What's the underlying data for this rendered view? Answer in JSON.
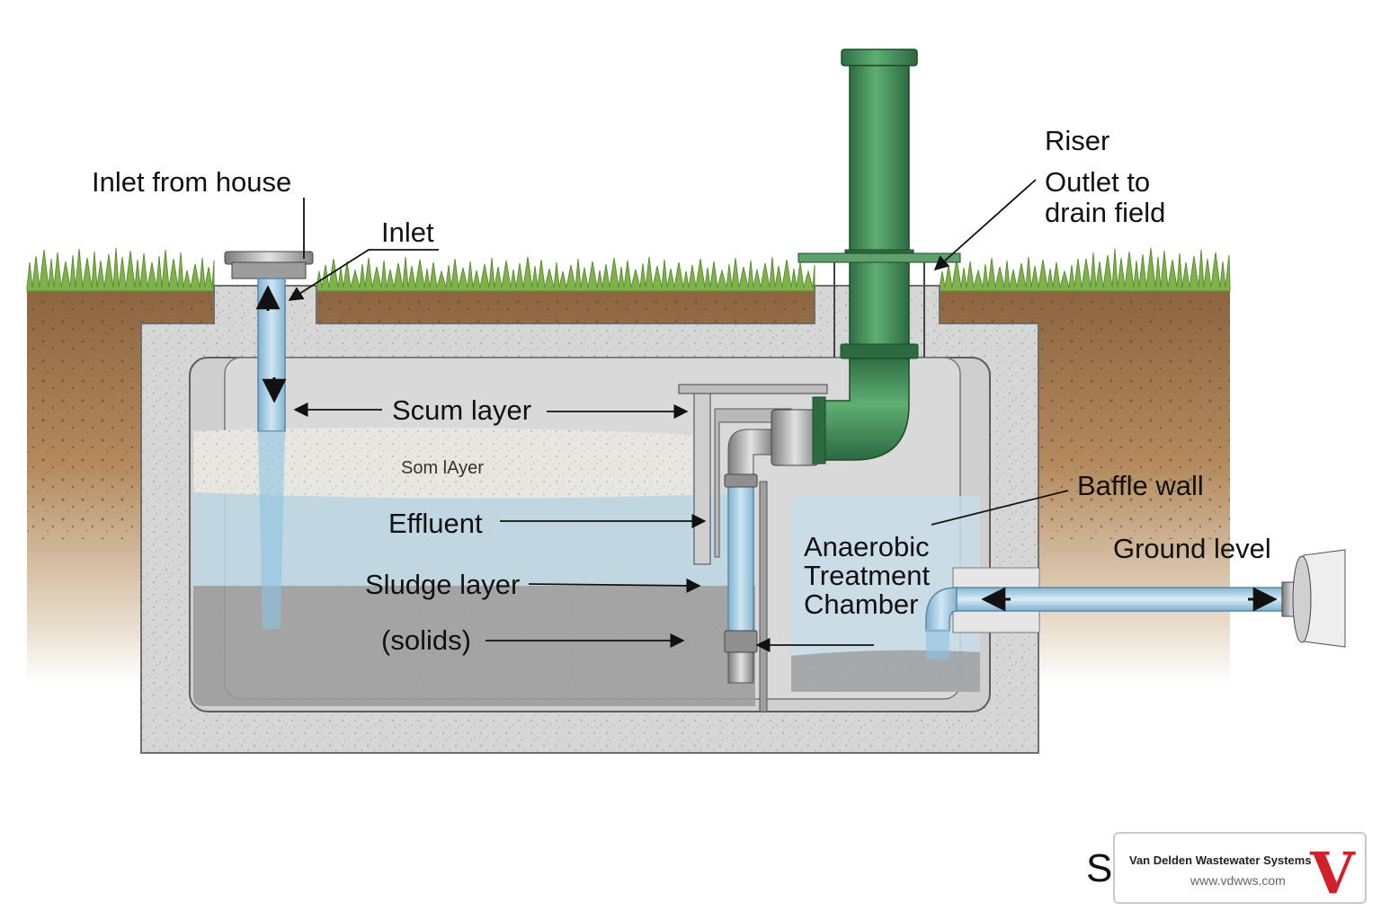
{
  "labels": {
    "inlet_from_house": "Inlet from house",
    "inlet": "Inlet",
    "riser": "Riser",
    "outlet_line1": "Outlet to",
    "outlet_line2": "drain field",
    "scum_layer": "Scum layer",
    "scum_inner": "Som lAyer",
    "effluent": "Effluent",
    "sludge_layer": "Sludge layer",
    "solids": "(solids)",
    "anaerobic_line1": "Anaerobic",
    "anaerobic_line2": "Treatment",
    "anaerobic_line3": "Chamber",
    "baffle_wall": "Baffle wall",
    "ground_level": "Ground level",
    "stray_letter": "S"
  },
  "brand": {
    "name": "Van Delden Wastewater Systems",
    "url": "www.vdwws.com",
    "logo_letter": "V",
    "logo_color": "#d0202a"
  },
  "colors": {
    "grass": "#7fb24a",
    "soil": "#a0754e",
    "concrete": "#d6d6d6",
    "scum": "#e8e6e0",
    "effluent": "#bcd6e2",
    "sludge": "#9a9a9a",
    "riser_pipe": "#3f8f57",
    "inlet_pipe": "#a9cfe6"
  }
}
